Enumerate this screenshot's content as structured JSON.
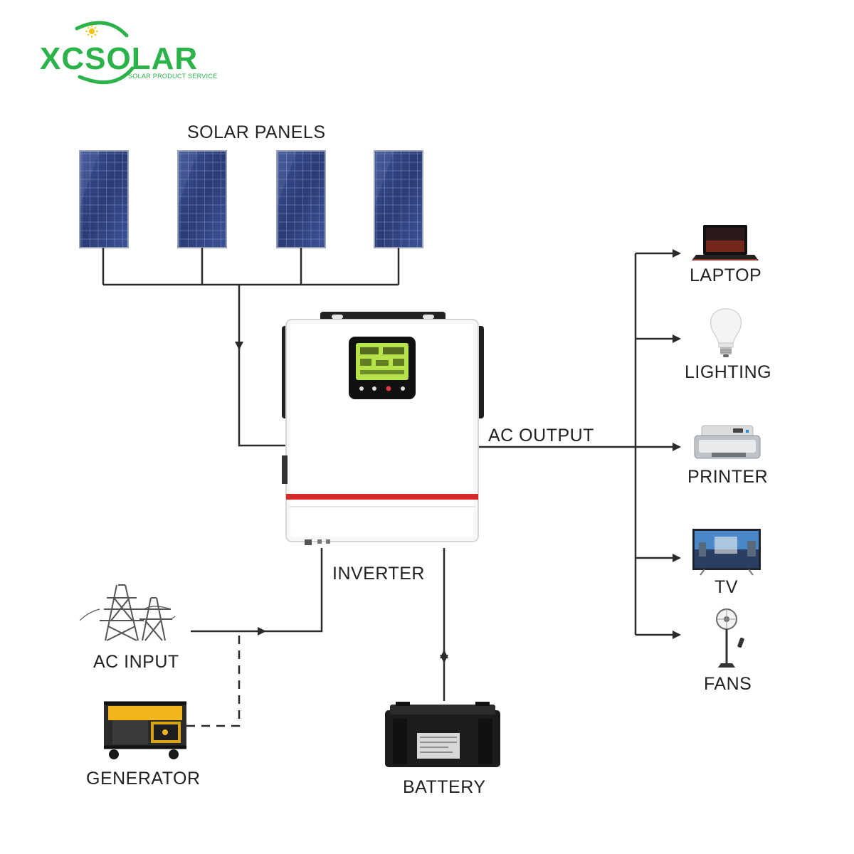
{
  "brand": {
    "name": "XCSOLAR",
    "tagline": "SOLAR PRODUCT SERVICE",
    "color": "#2bb34a",
    "sun_color": "#f5c400"
  },
  "labels": {
    "solar_panels": "SOLAR PANELS",
    "inverter": "INVERTER",
    "ac_output": "AC OUTPUT",
    "ac_input": "AC INPUT",
    "generator": "GENERATOR",
    "battery": "BATTERY"
  },
  "loads": [
    {
      "label": "LAPTOP",
      "icon": "laptop-icon"
    },
    {
      "label": "LIGHTING",
      "icon": "light-bulb-icon"
    },
    {
      "label": "PRINTER",
      "icon": "printer-icon"
    },
    {
      "label": "TV",
      "icon": "tv-icon"
    },
    {
      "label": "FANS",
      "icon": "fan-icon"
    }
  ],
  "colors": {
    "line": "#2a2a2a",
    "panel": "#2e3f7a",
    "inverter_stripe": "#d62a2a",
    "lcd": "#b6e24a"
  }
}
